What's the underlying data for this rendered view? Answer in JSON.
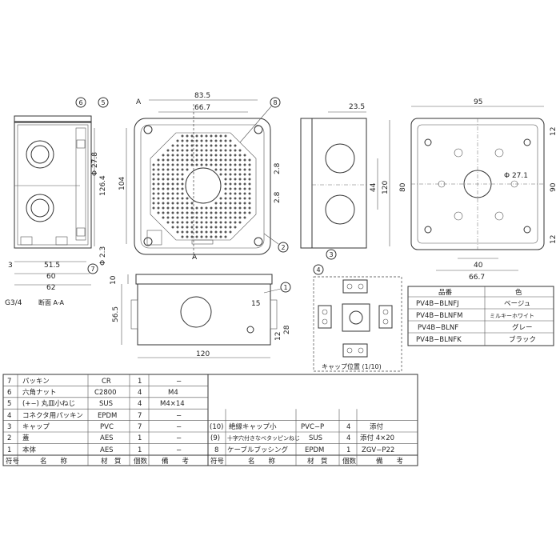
{
  "left_view": {
    "dims": {
      "d3": "3",
      "d51_5": "51.5",
      "d60": "60",
      "d62": "62",
      "phi278": "Φ 27.8",
      "d126_4": "126.4"
    },
    "thread": "G3/4",
    "section": "断面 A-A",
    "balloons": {
      "b6": "6",
      "b5": "5",
      "b7": "7"
    }
  },
  "front_view": {
    "dims": {
      "d83_5": "83.5",
      "d66_7": "66.7",
      "d104": "104",
      "d2_8a": "2.8",
      "d2_8b": "2.8",
      "phi23": "Φ 2.3"
    },
    "section_mark": "A",
    "balloons": {
      "b8": "8",
      "b2": "2"
    }
  },
  "side_view": {
    "dims": {
      "d23_5": "23.5",
      "d44": "44",
      "d120": "120"
    },
    "balloons": {
      "b4": "4",
      "b3": "3"
    }
  },
  "right_view": {
    "dims": {
      "d95": "95",
      "d80": "80",
      "d90": "90",
      "d12a": "12",
      "d12b": "12",
      "phi271": "Φ 27.1",
      "d40": "40",
      "d66_7": "66.7"
    }
  },
  "bottom_view": {
    "dims": {
      "d10": "10",
      "d56_5": "56.5",
      "d15": "15",
      "d12": "12",
      "d28": "28",
      "d120": "120"
    },
    "balloons": {
      "b1": "1"
    }
  },
  "cap_view": {
    "caption": "キャップ位置 (1/10)"
  },
  "color_table": {
    "headers": [
      "品番",
      "色"
    ],
    "rows": [
      [
        "PV4B−BLNFJ",
        "ベージュ"
      ],
      [
        "PV4B−BLNFM",
        "ミルキーホワイト"
      ],
      [
        "PV4B−BLNF",
        "グレー"
      ],
      [
        "PV4B−BLNFK",
        "ブラック"
      ]
    ]
  },
  "parts_table": {
    "header": [
      "符号",
      "名　　称",
      "材　質",
      "個数",
      "備　　考"
    ],
    "left_rows": [
      [
        "7",
        "パッキン",
        "CR",
        "1",
        "−"
      ],
      [
        "6",
        "六角ナット",
        "C2800",
        "4",
        "M4"
      ],
      [
        "5",
        "(+−) 丸皿小ねじ",
        "SUS",
        "4",
        "M4×14"
      ],
      [
        "4",
        "コネクタ用パッキン",
        "EPDM",
        "7",
        "−"
      ],
      [
        "3",
        "キャップ",
        "PVC",
        "7",
        "−"
      ],
      [
        "2",
        "蓋",
        "AES",
        "1",
        "−"
      ],
      [
        "1",
        "本体",
        "AES",
        "1",
        "−"
      ]
    ],
    "right_rows": [
      [
        "(10)",
        "絶縁キャップ小",
        "PVC−P",
        "4",
        "添付"
      ],
      [
        "(9)",
        "十字穴付きなべタッピンねじ",
        "SUS",
        "4",
        "添付 4×20"
      ],
      [
        "8",
        "ケーブルブッシング",
        "EPDM",
        "1",
        "ZGV−P22"
      ]
    ]
  }
}
